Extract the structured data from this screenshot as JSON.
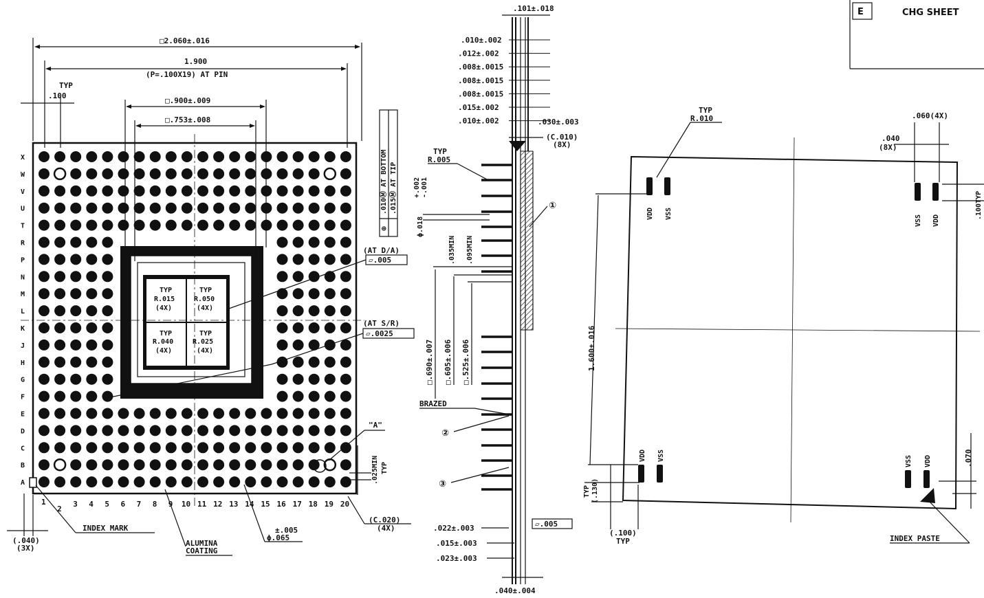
{
  "title_block": {
    "rev": "E",
    "text": "CHG  SHEET"
  },
  "left_view": {
    "dim_overall": "□2.060±.016",
    "dim_pin_span": "1.900",
    "dim_pin_span_note": "(P=.100X19) AT PIN",
    "dim_pitch_typ": "TYP",
    "dim_pitch": ".100",
    "dim_cavity_outer": "□.900±.009",
    "dim_cavity_inner": "□.753±.008",
    "row_labels": [
      "X",
      "W",
      "V",
      "U",
      "T",
      "R",
      "P",
      "N",
      "M",
      "L",
      "K",
      "J",
      "H",
      "G",
      "F",
      "E",
      "D",
      "C",
      "B",
      "A"
    ],
    "col_labels": [
      "1",
      "2",
      "3",
      "4",
      "5",
      "6",
      "7",
      "8",
      "9",
      "10",
      "11",
      "12",
      "13",
      "14",
      "15",
      "16",
      "17",
      "18",
      "19",
      "20"
    ],
    "cavity_radii": [
      {
        "typ": "TYP",
        "r": "R.015",
        "n": "(4X)"
      },
      {
        "typ": "TYP",
        "r": "R.050",
        "n": "(4X)"
      },
      {
        "typ": "TYP",
        "r": "R.040",
        "n": "(4X)"
      },
      {
        "typ": "TYP",
        "r": "R.025",
        "n": "(4X)"
      }
    ],
    "flat_da_note": "(AT D/A)",
    "flat_da": "▱.005",
    "flat_sr_note": "(AT S/R)",
    "flat_sr": "▱.0025",
    "tol_frame": [
      ".010Ⓜ AT BOTTOM",
      ".015Ⓜ AT TIP"
    ],
    "detail_ref": "\"A\"",
    "pin_min": ".025MIN",
    "pin_min_typ": "TYP",
    "chamfer": "(C.020)",
    "chamfer_n": "(4X)",
    "pin_dia_tol": "±.005",
    "pin_dia": "ϕ.065",
    "index_mark": "INDEX MARK",
    "alumina_1": "ALUMINA",
    "alumina_2": "COATING",
    "edge_dim": "(.040)",
    "edge_dim_n": "(3X)"
  },
  "side_view": {
    "top_dim": ".101±.018",
    "stack_dims": [
      ".010±.002",
      ".012±.002",
      ".008±.0015",
      ".008±.0015",
      ".008±.0015",
      ".015±.002",
      ".010±.002"
    ],
    "dim_030": ".030±.003",
    "dim_c010": "(C.010)",
    "dim_c010_n": "(8X)",
    "typ_r_typ": "TYP",
    "typ_r": "R.005",
    "pin_dia_a": "ϕ.018",
    "pin_dia_b": "+.002",
    "pin_dia_c": "-.001",
    "min1": ".035MIN",
    "min2": ".095MIN",
    "vert1": "□.690±.007",
    "vert2": "□.605±.006",
    "vert3": "□.525±.006",
    "brazed": "BRAZED",
    "callouts": [
      "①",
      "②",
      "③"
    ],
    "dim_022": ".022±.003",
    "dim_015": ".015±.003",
    "dim_023": ".023±.003",
    "flat_005": "▱.005",
    "bottom_dim": ".040±.004"
  },
  "right_view": {
    "typ_r_typ": "TYP",
    "typ_r": "R.010",
    "vdd": "VDD",
    "vss": "VSS",
    "dim_060": ".060(4X)",
    "dim_040": ".040",
    "dim_040_n": "(8X)",
    "dim_100typ": ".100TYP",
    "dim_1600": "1.600±.016",
    "dim_130_typ": "TYP",
    "dim_130": "(.130)",
    "dim_100": "(.100)",
    "dim_100_typ": "TYP",
    "dim_070": ".070",
    "index_paste": "INDEX PASTE"
  }
}
